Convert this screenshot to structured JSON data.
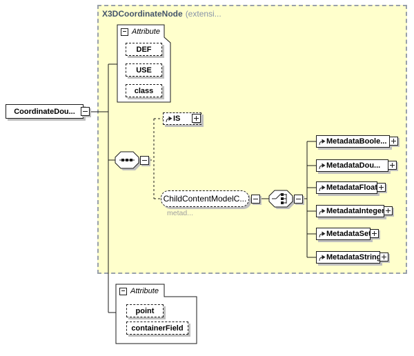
{
  "container": {
    "name": "X3DCoordinateNode",
    "suffix": "(extensi..."
  },
  "root": {
    "label": "CoordinateDou..."
  },
  "attr_top": {
    "header": "Attribute",
    "items": [
      "DEF",
      "USE",
      "class"
    ]
  },
  "is_node": {
    "label": "IS"
  },
  "ccm": {
    "label": "ChildContentModelC...",
    "annotation": "metad..."
  },
  "metadata": [
    {
      "label": "MetadataBoole..."
    },
    {
      "label": "MetadataDou..."
    },
    {
      "label": "MetadataFloat"
    },
    {
      "label": "MetadataInteger"
    },
    {
      "label": "MetadataSet"
    },
    {
      "label": "MetadataString"
    }
  ],
  "attr_bottom": {
    "header": "Attribute",
    "items": [
      "point",
      "containerField"
    ]
  },
  "colors": {
    "container_fill": "#FFFFCC",
    "container_border": "#98A0AA",
    "shadow": "#BFBFBF",
    "title": "#44546A",
    "title_suffix": "#8793A8",
    "annotation": "#9E9E9E"
  }
}
